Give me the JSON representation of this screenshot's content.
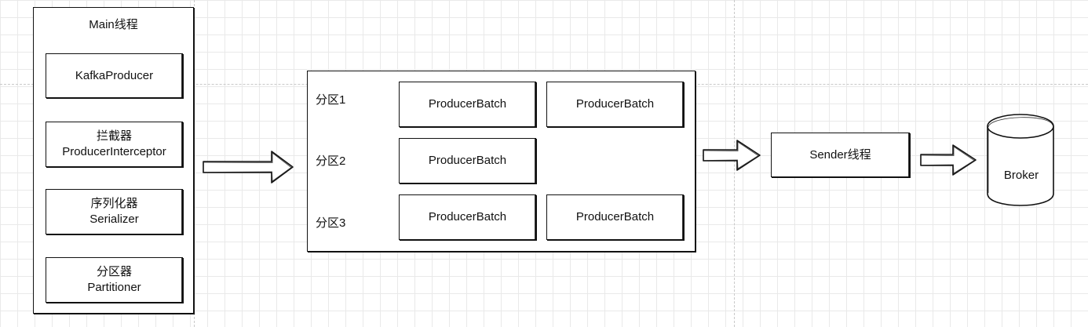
{
  "main_thread": {
    "title": "Main线程",
    "components": [
      {
        "line1": "KafkaProducer",
        "line2": ""
      },
      {
        "line1": "拦截器",
        "line2": "ProducerInterceptor"
      },
      {
        "line1": "序列化器",
        "line2": "Serializer"
      },
      {
        "line1": "分区器",
        "line2": "Partitioner"
      }
    ]
  },
  "accumulator": {
    "partitions": [
      {
        "label": "分区1",
        "batches": [
          "ProducerBatch",
          "ProducerBatch"
        ]
      },
      {
        "label": "分区2",
        "batches": [
          "ProducerBatch"
        ]
      },
      {
        "label": "分区3",
        "batches": [
          "ProducerBatch",
          "ProducerBatch"
        ]
      }
    ]
  },
  "sender": {
    "label": "Sender线程"
  },
  "broker": {
    "label": "Broker"
  }
}
